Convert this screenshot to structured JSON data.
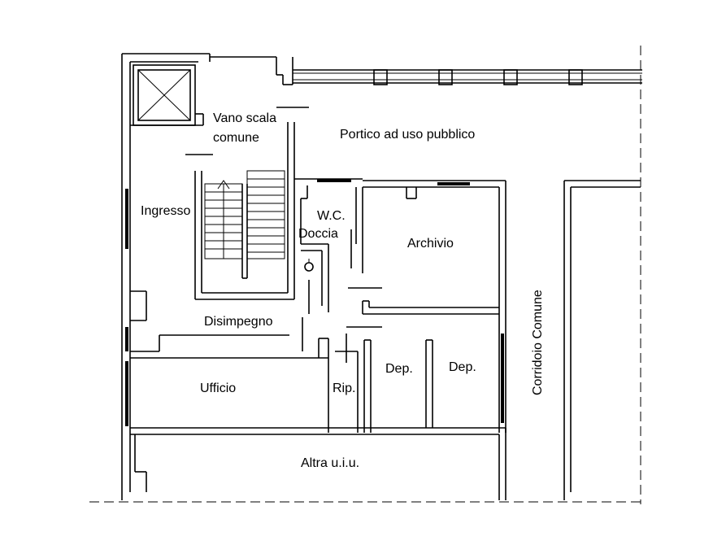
{
  "labels": {
    "vano_scala_line1": "Vano scala",
    "vano_scala_line2": "comune",
    "portico": "Portico ad uso pubblico",
    "ingresso": "Ingresso",
    "wc": "W.C.",
    "doccia": "Doccia",
    "archivio": "Archivio",
    "corridoio": "Corridoio Comune",
    "disimpegno": "Disimpegno",
    "ufficio": "Ufficio",
    "rip": "Rip.",
    "dep1": "Dep.",
    "dep2": "Dep.",
    "altra": "Altra u.i.u."
  },
  "colors": {
    "ink": "#000000",
    "paper": "#ffffff"
  }
}
